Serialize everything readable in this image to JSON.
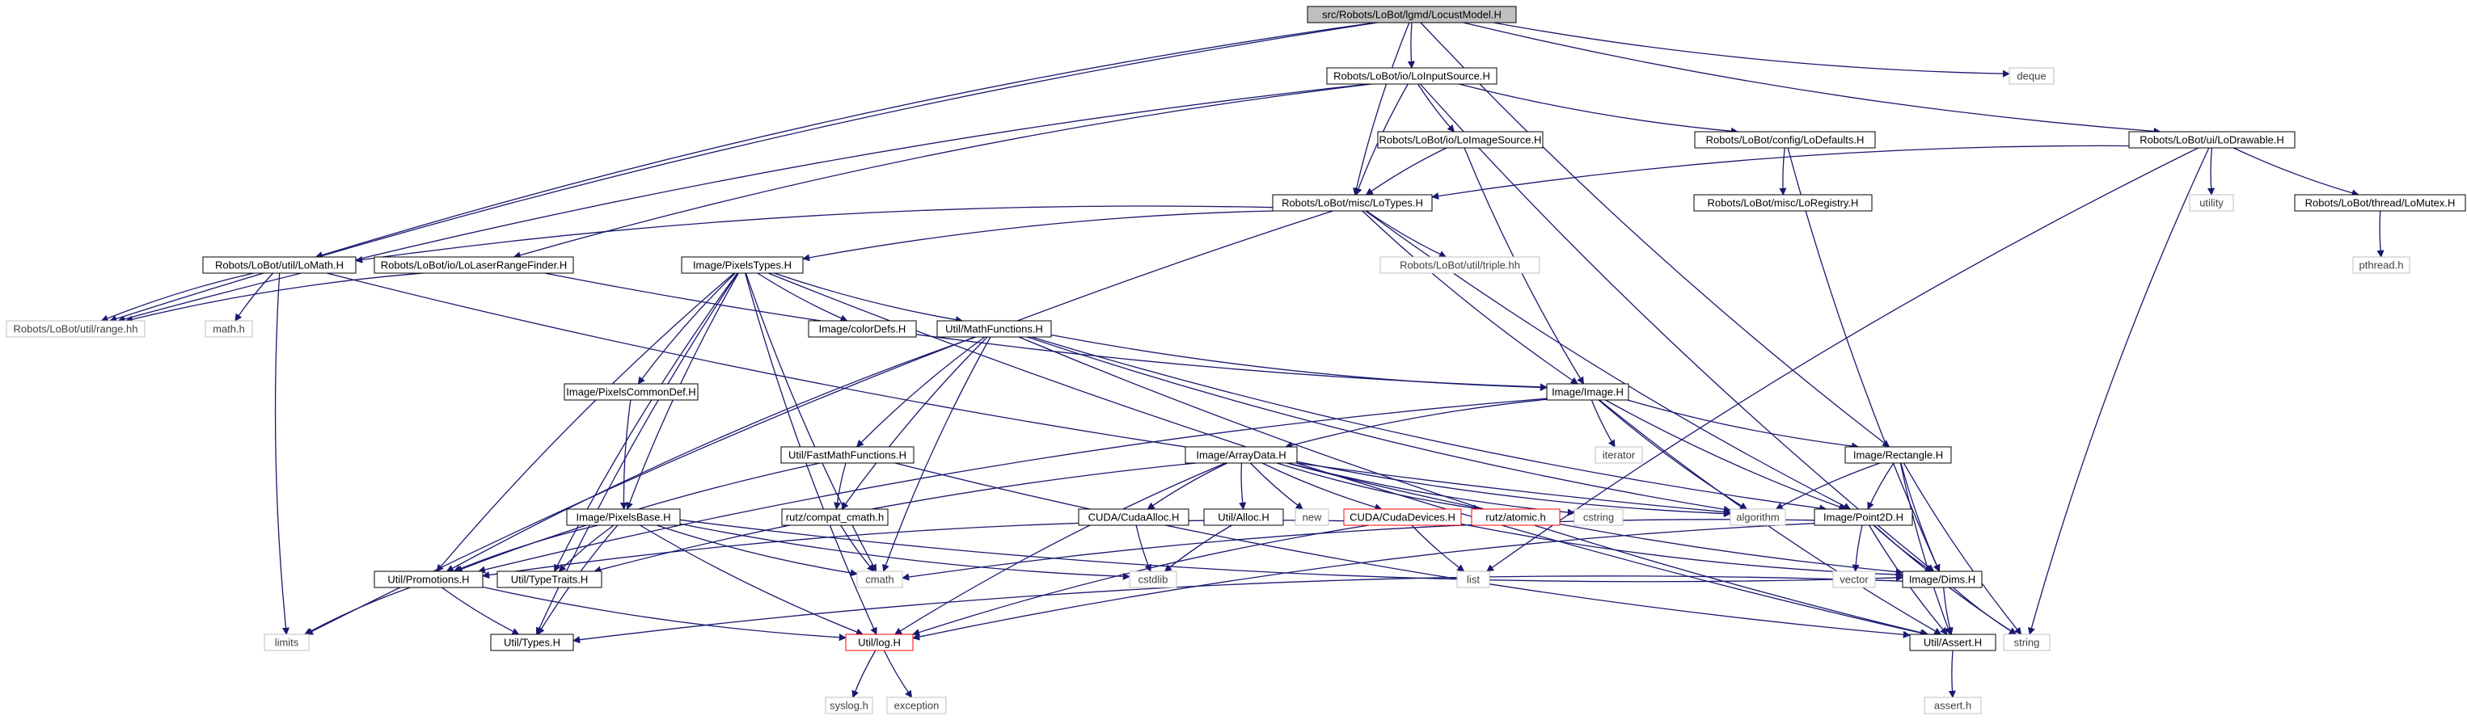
{
  "nodes": [
    {
      "id": "locust",
      "label": "src/Robots/LoBot/lgmd/LocustModel.H",
      "kind": "root"
    },
    {
      "id": "loinput",
      "label": "Robots/LoBot/io/LoInputSource.H",
      "kind": "local"
    },
    {
      "id": "deque",
      "label": "deque",
      "kind": "system"
    },
    {
      "id": "lodrawable",
      "label": "Robots/LoBot/ui/LoDrawable.H",
      "kind": "local"
    },
    {
      "id": "loimagesrc",
      "label": "Robots/LoBot/io/LoImageSource.H",
      "kind": "local"
    },
    {
      "id": "lodefaults",
      "label": "Robots/LoBot/config/LoDefaults.H",
      "kind": "local"
    },
    {
      "id": "lotypes",
      "label": "Robots/LoBot/misc/LoTypes.H",
      "kind": "local"
    },
    {
      "id": "loregistry",
      "label": "Robots/LoBot/misc/LoRegistry.H",
      "kind": "local"
    },
    {
      "id": "utility",
      "label": "utility",
      "kind": "system"
    },
    {
      "id": "lomutex",
      "label": "Robots/LoBot/thread/LoMutex.H",
      "kind": "local"
    },
    {
      "id": "pthread",
      "label": "pthread.h",
      "kind": "system"
    },
    {
      "id": "lomath",
      "label": "Robots/LoBot/util/LoMath.H",
      "kind": "local"
    },
    {
      "id": "lolaser",
      "label": "Robots/LoBot/io/LoLaserRangeFinder.H",
      "kind": "local"
    },
    {
      "id": "pixtypes",
      "label": "Image/PixelsTypes.H",
      "kind": "local"
    },
    {
      "id": "triple",
      "label": "Robots/LoBot/util/triple.hh",
      "kind": "system"
    },
    {
      "id": "range",
      "label": "Robots/LoBot/util/range.hh",
      "kind": "system"
    },
    {
      "id": "mathh",
      "label": "math.h",
      "kind": "system"
    },
    {
      "id": "colordefs",
      "label": "Image/colorDefs.H",
      "kind": "local"
    },
    {
      "id": "mathfunc",
      "label": "Util/MathFunctions.H",
      "kind": "local"
    },
    {
      "id": "image",
      "label": "Image/Image.H",
      "kind": "local"
    },
    {
      "id": "pixcommon",
      "label": "Image/PixelsCommonDef.H",
      "kind": "local"
    },
    {
      "id": "iterator",
      "label": "iterator",
      "kind": "system"
    },
    {
      "id": "fastmath",
      "label": "Util/FastMathFunctions.H",
      "kind": "local"
    },
    {
      "id": "arraydata",
      "label": "Image/ArrayData.H",
      "kind": "local"
    },
    {
      "id": "rectangle",
      "label": "Image/Rectangle.H",
      "kind": "local"
    },
    {
      "id": "pixbase",
      "label": "Image/PixelsBase.H",
      "kind": "local"
    },
    {
      "id": "compatcmath",
      "label": "rutz/compat_cmath.h",
      "kind": "local"
    },
    {
      "id": "cudaalloc",
      "label": "CUDA/CudaAlloc.H",
      "kind": "local"
    },
    {
      "id": "alloc",
      "label": "Util/Alloc.H",
      "kind": "local"
    },
    {
      "id": "new",
      "label": "new",
      "kind": "system"
    },
    {
      "id": "cudadevices",
      "label": "CUDA/CudaDevices.H",
      "kind": "truncated"
    },
    {
      "id": "atomic",
      "label": "rutz/atomic.h",
      "kind": "truncated"
    },
    {
      "id": "cstring",
      "label": "cstring",
      "kind": "system"
    },
    {
      "id": "algorithm",
      "label": "algorithm",
      "kind": "system"
    },
    {
      "id": "point2d",
      "label": "Image/Point2D.H",
      "kind": "local"
    },
    {
      "id": "promotions",
      "label": "Util/Promotions.H",
      "kind": "local"
    },
    {
      "id": "typetraits",
      "label": "Util/TypeTraits.H",
      "kind": "local"
    },
    {
      "id": "cmath",
      "label": "cmath",
      "kind": "system"
    },
    {
      "id": "cstdlib",
      "label": "cstdlib",
      "kind": "system"
    },
    {
      "id": "list",
      "label": "list",
      "kind": "system"
    },
    {
      "id": "vector",
      "label": "vector",
      "kind": "system"
    },
    {
      "id": "dims",
      "label": "Image/Dims.H",
      "kind": "local"
    },
    {
      "id": "limits",
      "label": "limits",
      "kind": "system"
    },
    {
      "id": "types",
      "label": "Util/Types.H",
      "kind": "local"
    },
    {
      "id": "log",
      "label": "Util/log.H",
      "kind": "truncated"
    },
    {
      "id": "assert",
      "label": "Util/Assert.H",
      "kind": "local"
    },
    {
      "id": "string",
      "label": "string",
      "kind": "system"
    },
    {
      "id": "syslog",
      "label": "syslog.h",
      "kind": "system"
    },
    {
      "id": "exception",
      "label": "exception",
      "kind": "system"
    },
    {
      "id": "asserth",
      "label": "assert.h",
      "kind": "system"
    }
  ],
  "edges": [
    [
      "locust",
      "loinput"
    ],
    [
      "locust",
      "deque"
    ],
    [
      "locust",
      "lodrawable"
    ],
    [
      "locust",
      "lotypes"
    ],
    [
      "locust",
      "lomath"
    ],
    [
      "locust",
      "range"
    ],
    [
      "locust",
      "rectangle"
    ],
    [
      "loinput",
      "loimagesrc"
    ],
    [
      "loinput",
      "lodefaults"
    ],
    [
      "loinput",
      "lotypes"
    ],
    [
      "loinput",
      "lolaser"
    ],
    [
      "loinput",
      "range"
    ],
    [
      "loinput",
      "dims"
    ],
    [
      "lodrawable",
      "lotypes"
    ],
    [
      "lodrawable",
      "lomutex"
    ],
    [
      "lodrawable",
      "utility"
    ],
    [
      "lodrawable",
      "list"
    ],
    [
      "lodrawable",
      "string"
    ],
    [
      "lomutex",
      "pthread"
    ],
    [
      "loimagesrc",
      "lotypes"
    ],
    [
      "loimagesrc",
      "image"
    ],
    [
      "lodefaults",
      "loregistry"
    ],
    [
      "lodefaults",
      "dims"
    ],
    [
      "lotypes",
      "lomath"
    ],
    [
      "lotypes",
      "pixtypes"
    ],
    [
      "lotypes",
      "triple"
    ],
    [
      "lotypes",
      "image"
    ],
    [
      "lotypes",
      "point2d"
    ],
    [
      "lotypes",
      "limits"
    ],
    [
      "lomath",
      "range"
    ],
    [
      "lomath",
      "mathh"
    ],
    [
      "lomath",
      "limits"
    ],
    [
      "lomath",
      "algorithm"
    ],
    [
      "lolaser",
      "range"
    ],
    [
      "lolaser",
      "image"
    ],
    [
      "pixtypes",
      "colordefs"
    ],
    [
      "pixtypes",
      "mathfunc"
    ],
    [
      "pixtypes",
      "pixcommon"
    ],
    [
      "pixtypes",
      "pixbase"
    ],
    [
      "pixtypes",
      "promotions"
    ],
    [
      "pixtypes",
      "typetraits"
    ],
    [
      "pixtypes",
      "cmath"
    ],
    [
      "pixtypes",
      "log"
    ],
    [
      "pixtypes",
      "types"
    ],
    [
      "pixtypes",
      "assert"
    ],
    [
      "mathfunc",
      "image"
    ],
    [
      "mathfunc",
      "fastmath"
    ],
    [
      "mathfunc",
      "compatcmath"
    ],
    [
      "mathfunc",
      "promotions"
    ],
    [
      "mathfunc",
      "cmath"
    ],
    [
      "mathfunc",
      "algorithm"
    ],
    [
      "mathfunc",
      "point2d"
    ],
    [
      "mathfunc",
      "assert"
    ],
    [
      "pixcommon",
      "pixbase"
    ],
    [
      "image",
      "arraydata"
    ],
    [
      "image",
      "rectangle"
    ],
    [
      "image",
      "iterator"
    ],
    [
      "image",
      "algorithm"
    ],
    [
      "image",
      "point2d"
    ],
    [
      "image",
      "promotions"
    ],
    [
      "image",
      "assert"
    ],
    [
      "fastmath",
      "compatcmath"
    ],
    [
      "fastmath",
      "promotions"
    ],
    [
      "fastmath",
      "assert"
    ],
    [
      "arraydata",
      "cudaalloc"
    ],
    [
      "arraydata",
      "alloc"
    ],
    [
      "arraydata",
      "new"
    ],
    [
      "arraydata",
      "cudadevices"
    ],
    [
      "arraydata",
      "atomic"
    ],
    [
      "arraydata",
      "cstring"
    ],
    [
      "arraydata",
      "algorithm"
    ],
    [
      "arraydata",
      "dims"
    ],
    [
      "arraydata",
      "log"
    ],
    [
      "arraydata",
      "typetraits"
    ],
    [
      "rectangle",
      "point2d"
    ],
    [
      "rectangle",
      "dims"
    ],
    [
      "rectangle",
      "algorithm"
    ],
    [
      "rectangle",
      "assert"
    ],
    [
      "rectangle",
      "string"
    ],
    [
      "pixbase",
      "promotions"
    ],
    [
      "pixbase",
      "typetraits"
    ],
    [
      "pixbase",
      "types"
    ],
    [
      "pixbase",
      "log"
    ],
    [
      "pixbase",
      "cmath"
    ],
    [
      "pixbase",
      "cstdlib"
    ],
    [
      "pixbase",
      "dims"
    ],
    [
      "compatcmath",
      "cmath"
    ],
    [
      "cudaalloc",
      "cstdlib"
    ],
    [
      "alloc",
      "cstdlib"
    ],
    [
      "cudadevices",
      "promotions"
    ],
    [
      "cudadevices",
      "dims"
    ],
    [
      "cudadevices",
      "list"
    ],
    [
      "cudadevices",
      "log"
    ],
    [
      "point2d",
      "dims"
    ],
    [
      "point2d",
      "cmath"
    ],
    [
      "point2d",
      "vector"
    ],
    [
      "point2d",
      "assert"
    ],
    [
      "point2d",
      "string"
    ],
    [
      "point2d",
      "log"
    ],
    [
      "promotions",
      "types"
    ],
    [
      "promotions",
      "log"
    ],
    [
      "promotions",
      "limits"
    ],
    [
      "dims",
      "assert"
    ],
    [
      "dims",
      "types"
    ],
    [
      "dims",
      "string"
    ],
    [
      "log",
      "syslog"
    ],
    [
      "log",
      "exception"
    ],
    [
      "assert",
      "asserth"
    ]
  ],
  "colors": {
    "edge": "#191970",
    "root_fill": "#bfbfbf",
    "local_border": "#000000",
    "system_border": "#bfbfbf",
    "truncated_border": "#ff0000"
  }
}
